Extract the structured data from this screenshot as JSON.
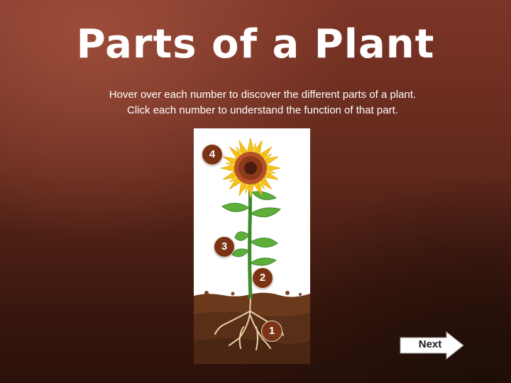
{
  "page": {
    "title": "Parts of a Plant",
    "instructions": [
      "Hover over each number to discover the different parts of a plant.",
      "Click each number to understand the function of that part."
    ]
  },
  "plant_image": {
    "subject": "sunflower",
    "markers": [
      {
        "label": "1",
        "part": "roots"
      },
      {
        "label": "2",
        "part": "stem"
      },
      {
        "label": "3",
        "part": "leaves"
      },
      {
        "label": "4",
        "part": "flower"
      }
    ]
  },
  "navigation": {
    "next_label": "Next"
  },
  "colors": {
    "background_dark": "#2a110a",
    "background_mid": "#7d3527",
    "marker_fill": "#7a3314",
    "petal_yellow": "#f6c416",
    "leaf_green": "#5fae3c",
    "soil_brown": "#6b3a1d"
  }
}
